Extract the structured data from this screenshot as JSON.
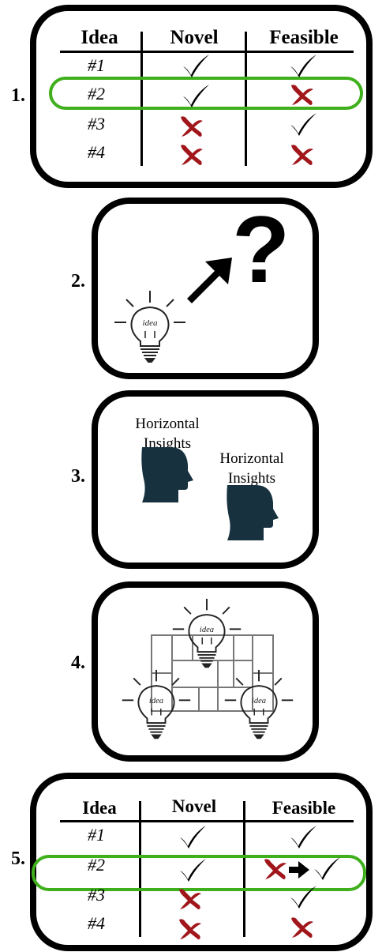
{
  "colors": {
    "highlight": "#3fb01c",
    "cross": "#a0161b",
    "head": "#17313f"
  },
  "panels": {
    "p1": {
      "number": "1.",
      "headers": {
        "idea": "Idea",
        "novel": "Novel",
        "feasible": "Feasible"
      },
      "rows": [
        {
          "idea": "#1",
          "novel": "check",
          "feasible": "check"
        },
        {
          "idea": "#2",
          "novel": "check",
          "feasible": "cross"
        },
        {
          "idea": "#3",
          "novel": "cross",
          "feasible": "check"
        },
        {
          "idea": "#4",
          "novel": "cross",
          "feasible": "cross"
        }
      ],
      "highlight_row": "#2"
    },
    "p2": {
      "number": "2.",
      "bulb_label": "idea",
      "icons": [
        "lightbulb-icon",
        "arrow-icon",
        "question-mark-icon"
      ],
      "question": "?"
    },
    "p3": {
      "number": "3.",
      "insight_a": "Horizontal Insights",
      "insight_b": "Horizontal Insights",
      "icons": [
        "head-silhouette-icon"
      ]
    },
    "p4": {
      "number": "4.",
      "bulb_label": "idea",
      "icons": [
        "lightbulb-icon",
        "connection-grid-icon"
      ]
    },
    "p5": {
      "number": "5.",
      "headers": {
        "idea": "Idea",
        "novel": "Novel",
        "feasible": "Feasible"
      },
      "rows": [
        {
          "idea": "#1",
          "novel": "check",
          "feasible": "check"
        },
        {
          "idea": "#2",
          "novel": "check",
          "feasible": "cross-arrow-check"
        },
        {
          "idea": "#3",
          "novel": "cross",
          "feasible": "check"
        },
        {
          "idea": "#4",
          "novel": "cross",
          "feasible": "cross"
        }
      ],
      "highlight_row": "#2"
    }
  }
}
